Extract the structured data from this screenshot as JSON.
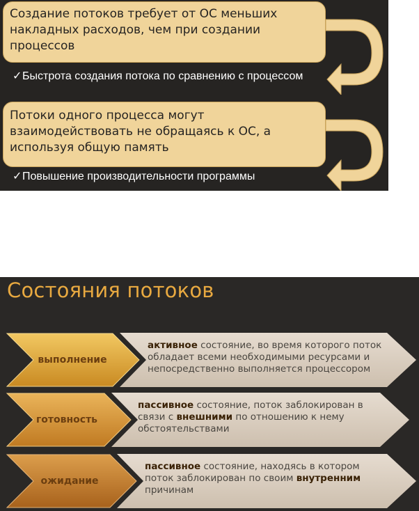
{
  "slide1": {
    "box1_text": "Создание потоков требует от ОС меньших накладных расходов, чем при создании процессов",
    "check1_text": "Быстрота создания потока по сравнению с процессом",
    "box2_text": "Потоки одного процесса могут взаимодействовать не обращаясь к ОС, а используя общую память",
    "check2_text": "Повышение производительности программы",
    "check_mark": "✓"
  },
  "slide2": {
    "title": "Состояния потоков",
    "states": [
      {
        "label": "выполнение",
        "desc_bold1": "активное",
        "desc_rest1": " состояние, во время которого поток обладает всеми необходимыми ресурсами и непосредственно выполняется процессором",
        "desc_bold2": "",
        "desc_rest2": ""
      },
      {
        "label": "готовность",
        "desc_bold1": "пассивное",
        "desc_rest1": " состояние, поток заблокирован в связи с ",
        "desc_bold2": "внешними",
        "desc_rest2": " по отношению к нему обстоятельствами"
      },
      {
        "label": "ожидание",
        "desc_bold1": "пассивное",
        "desc_rest1": " состояние, находясь в котором поток заблокирован по своим ",
        "desc_bold2": "внутренним",
        "desc_rest2": " причинам"
      }
    ]
  },
  "colors": {
    "slide_bg": "#262422",
    "box_fill": "#f0d49a",
    "title_orange": "#e8a940",
    "chevron1": "#e6b040",
    "chevron2": "#d9983a",
    "chevron3": "#c87f2c",
    "desc_fill": "#d9ccbc"
  }
}
